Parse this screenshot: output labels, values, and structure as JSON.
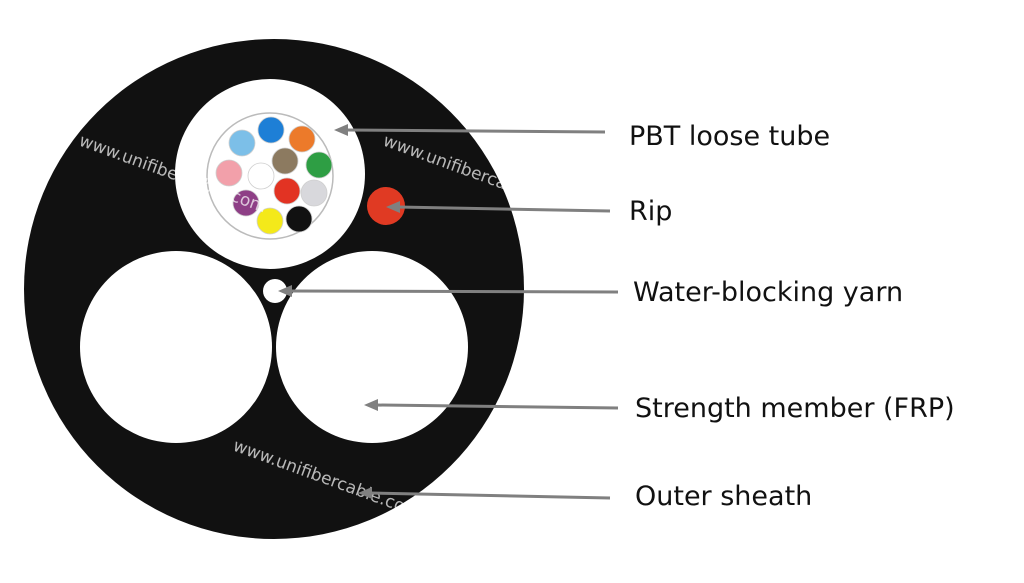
{
  "labels": {
    "loose_tube": "PBT loose tube",
    "rip": "Rip",
    "yarn": "Water-blocking yarn",
    "strength": "Strength member (FRP)",
    "sheath": "Outer sheath"
  },
  "watermark": "www.unifibercable.com",
  "colors": {
    "sheath": "#111111",
    "rip": "#e03a23",
    "arrow": "#808080",
    "tube_outline": "#bbbbbb",
    "fibers": [
      "#7cbfe8",
      "#1e7fd6",
      "#ec7a2a",
      "#f2a0aa",
      "#ffffff",
      "#8c7a60",
      "#2e9e44",
      "#8e3f86",
      "#f4e91a",
      "#e23323",
      "#d8d8dc",
      "#111111"
    ]
  }
}
